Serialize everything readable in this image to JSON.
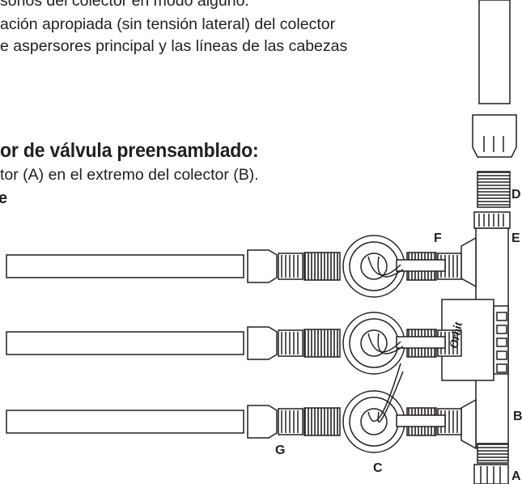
{
  "text": {
    "line1": "sorios del colector en modo alguno.",
    "line2": "ación apropiada (sin tensión lateral) del colector",
    "line3": "e aspersores principal y las líneas de las cabezas",
    "heading": "or de válvula preensamblado:",
    "line5": "tor (A) en el extremo del colector (B).",
    "line6": "e"
  },
  "labels": {
    "A": "A",
    "B": "B",
    "C": "C",
    "D": "D",
    "E": "E",
    "F": "F",
    "G": "G"
  },
  "logo_text": "Orbit"
}
